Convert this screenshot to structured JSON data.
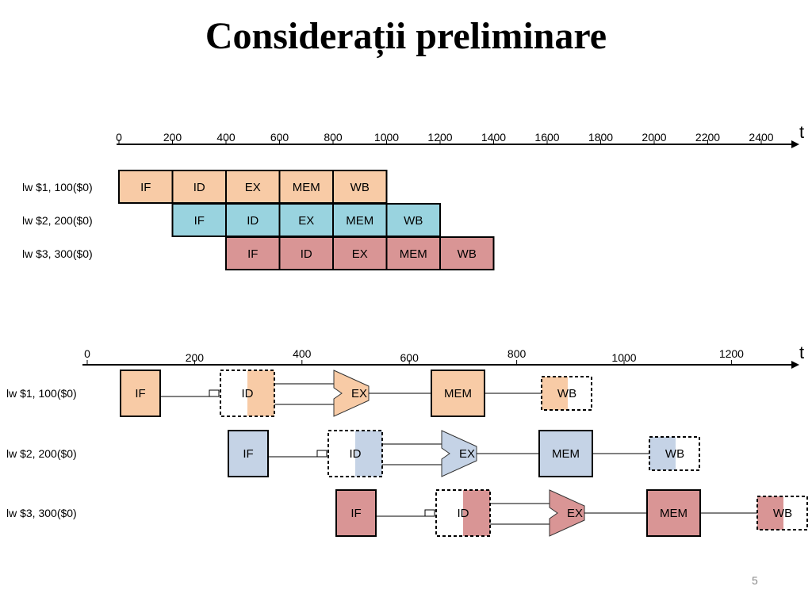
{
  "slide": {
    "title": "Considerații preliminare",
    "page_number": "5"
  },
  "colors": {
    "orange": "#f8cba6",
    "blue": "#99d3df",
    "red": "#d99595",
    "light_blue": "#c5d3e6"
  },
  "top_diagram": {
    "axis_label": "t",
    "ticks": [
      "0",
      "200",
      "400",
      "600",
      "800",
      "1000",
      "1200",
      "1400",
      "1600",
      "1800",
      "2000",
      "2200",
      "2400"
    ],
    "instructions": [
      {
        "label": "lw $1, 100($0)",
        "start": 0,
        "color": "orange",
        "stages": [
          "IF",
          "ID",
          "EX",
          "MEM",
          "WB"
        ]
      },
      {
        "label": "lw $2, 200($0)",
        "start": 200,
        "color": "blue",
        "stages": [
          "IF",
          "ID",
          "EX",
          "MEM",
          "WB"
        ]
      },
      {
        "label": "lw $3, 300($0)",
        "start": 400,
        "color": "red",
        "stages": [
          "IF",
          "ID",
          "EX",
          "MEM",
          "WB"
        ]
      }
    ]
  },
  "bottom_diagram": {
    "axis_label": "t",
    "ticks": [
      "0",
      "200",
      "400",
      "600",
      "800",
      "1000",
      "1200"
    ],
    "instructions": [
      {
        "label": "lw $1, 100($0)",
        "color": "orange",
        "stages": [
          "IF",
          "ID",
          "EX",
          "MEM",
          "WB"
        ]
      },
      {
        "label": "lw $2, 200($0)",
        "color": "light_blue",
        "stages": [
          "IF",
          "ID",
          "EX",
          "MEM",
          "WB"
        ]
      },
      {
        "label": "lw $3, 300($0)",
        "color": "red",
        "stages": [
          "IF",
          "ID",
          "EX",
          "MEM",
          "WB"
        ]
      }
    ]
  }
}
